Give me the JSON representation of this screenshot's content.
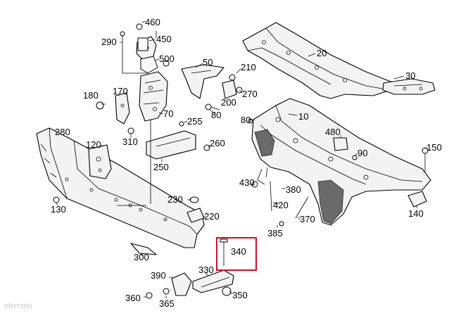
{
  "labels": {
    "p460": "460",
    "p450": "450",
    "p290": "290",
    "p500": "500",
    "p50": "50",
    "p210": "210",
    "p270": "270",
    "p20": "20",
    "p30": "30",
    "p180": "180",
    "p170": "170",
    "p70": "70",
    "p200": "200",
    "p80a": "80",
    "p80b": "80",
    "p10": "10",
    "p255": "255",
    "p310": "310",
    "p280": "280",
    "p120": "120",
    "p260": "260",
    "p250": "250",
    "p480": "480",
    "p90": "90",
    "p150": "150",
    "p430": "430",
    "p380": "380",
    "p420": "420",
    "p230": "230",
    "p130": "130",
    "p220": "220",
    "p370": "370",
    "p140": "140",
    "p385": "385",
    "p340": "340",
    "p300": "300",
    "p390": "390",
    "p330": "330",
    "p360": "360",
    "p365": "365",
    "p350": "350"
  },
  "highlight": {
    "part": "340",
    "color": "#c8102e"
  },
  "watermark": "otomoto"
}
